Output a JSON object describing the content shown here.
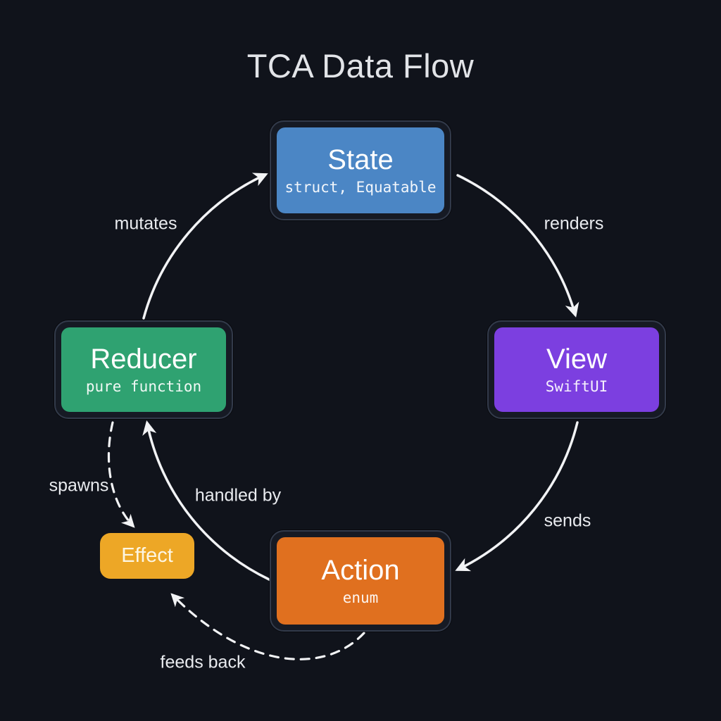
{
  "title": "TCA Data Flow",
  "nodes": {
    "state": {
      "label": "State",
      "sublabel": "struct, Equatable",
      "color": "#4b86c5"
    },
    "view": {
      "label": "View",
      "sublabel": "SwiftUI",
      "color": "#7c3fe0"
    },
    "reducer": {
      "label": "Reducer",
      "sublabel": "pure function",
      "color": "#2fa271"
    },
    "action": {
      "label": "Action",
      "sublabel": "enum",
      "color": "#e0701f"
    },
    "effect": {
      "label": "Effect",
      "color": "#eda726"
    }
  },
  "edges": {
    "mutates": {
      "label": "mutates",
      "from": "Reducer",
      "to": "State",
      "line": "solid"
    },
    "renders": {
      "label": "renders",
      "from": "State",
      "to": "View",
      "line": "solid"
    },
    "sends": {
      "label": "sends",
      "from": "View",
      "to": "Action",
      "line": "solid"
    },
    "handled_by": {
      "label": "handled by",
      "from": "Action",
      "to": "Reducer",
      "line": "solid"
    },
    "spawns": {
      "label": "spawns",
      "from": "Reducer",
      "to": "Effect",
      "line": "dashed"
    },
    "feeds_back": {
      "label": "feeds back",
      "from": "Action",
      "to": "Effect",
      "line": "dashed"
    }
  },
  "colors": {
    "background": "#10131b",
    "node_frame": "#161a24",
    "node_frame_border": "#323a4a",
    "arrow": "#f2f3f5",
    "title_text": "#e2e4e8",
    "label_text": "#e9ebef"
  }
}
